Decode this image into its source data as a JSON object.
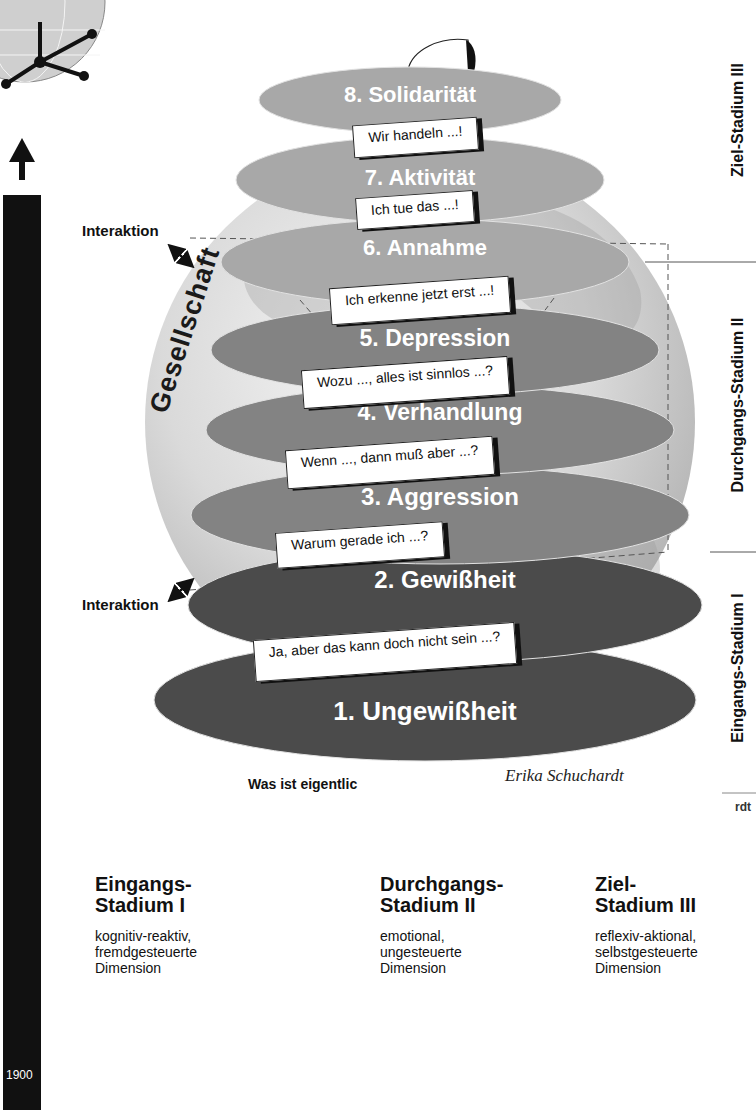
{
  "diagram": {
    "nodes": [
      {
        "text": [
          "8. Solidarität"
        ]
      },
      {
        "text": [
          "Wir handeln ...!"
        ]
      },
      {
        "text": [
          "7. Aktivität"
        ]
      },
      {
        "text": [
          "Ich tue das ...!"
        ]
      },
      {
        "text": [
          "6. Annahme"
        ]
      },
      {
        "text": [
          "Ich erkenne jetzt erst ...!"
        ]
      },
      {
        "text": [
          "5. Depression"
        ]
      },
      {
        "text": [
          "Wozu ..., alles ist sinnlos ...?"
        ]
      },
      {
        "text": [
          "4. Verhandlung"
        ]
      },
      {
        "text": [
          "Wenn ..., dann muß aber ...?"
        ]
      },
      {
        "text": [
          "3. Aggression"
        ]
      },
      {
        "text": [
          "Warum gerade ich ...?"
        ]
      },
      {
        "text": [
          "2. Gewißheit"
        ]
      },
      {
        "text": [
          "Ja, aber das kann doch nicht sein ...?"
        ]
      },
      {
        "text": [
          "1. Ungewißheit"
        ]
      }
    ],
    "labels": [
      "Interaktion",
      "Gesellschaft",
      "Interaktion",
      "Ziel-Stadium III",
      "Durchgangs-Stadium II",
      "Eingangs-Stadium I",
      "Was ist eigentlic",
      "Erika Schuchardt",
      "rdt",
      "Eingangs- Stadium I",
      "kognitiv-reaktiv, fremdgesteuerte Dimension",
      "Durchgangs- Stadium II",
      "emotional, ungesteuerte Dimension",
      "Ziel- Stadium III",
      "reflexiv-aktional, selbstgesteuerte Dimension",
      "1900"
    ]
  }
}
